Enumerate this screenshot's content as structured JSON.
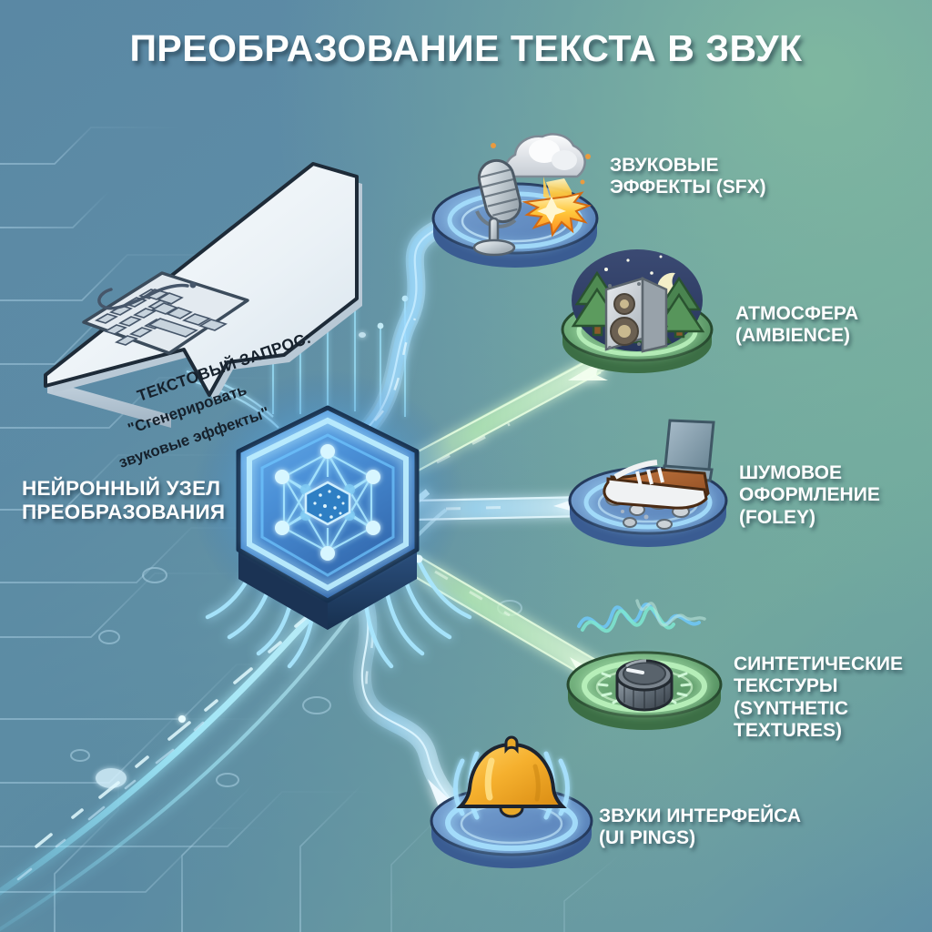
{
  "title": "ПРЕОБРАЗОВАНИЕ ТЕКСТА В ЗВУК",
  "input": {
    "icon": "keyboard-icon",
    "prompt_label": "ТЕКСТОВЫЙ ЗАПРОС:",
    "prompt_line1": "\"Сгенерировать",
    "prompt_line2": "звуковые эффекты\""
  },
  "core": {
    "label_line1": "НЕЙРОННЫЙ УЗЕЛ",
    "label_line2": "ПРЕОБРАЗОВАНИЯ",
    "icon": "neural-hexagon-chip-icon"
  },
  "outputs": [
    {
      "id": "sfx",
      "label_line1": "ЗВУКОВЫЕ",
      "label_line2": "ЭФФЕКТЫ (SFX)",
      "icon": "microphone-explosion-icon",
      "platform_color": "#5d87bd",
      "glow_color": "#9ad8ff",
      "flow_color": "#8fd4ff",
      "flow_style": "curved"
    },
    {
      "id": "ambience",
      "label_line1": "АТМОСФЕРА",
      "label_line2": "(AMBIENCE)",
      "icon": "speaker-forest-moon-icon",
      "platform_color": "#5e9c6e",
      "glow_color": "#b4f0b8",
      "flow_color": "#b7eeb2",
      "flow_style": "straight"
    },
    {
      "id": "foley",
      "label_line1": "ШУМОВОЕ",
      "label_line2": "ОФОРМЛЕНИЕ",
      "label_line3": "(FOLEY)",
      "icon": "sneaker-gravel-icon",
      "platform_color": "#5d87bd",
      "glow_color": "#9ad8ff",
      "flow_color": "#8fd4ff",
      "flow_style": "straight"
    },
    {
      "id": "synthetic",
      "label_line1": "СИНТЕТИЧЕСКИЕ",
      "label_line2": "ТЕКСТУРЫ",
      "label_line3": "(SYNTHETIC TEXTURES)",
      "icon": "synth-knob-waveform-icon",
      "platform_color": "#5e9c6e",
      "glow_color": "#b4f0b8",
      "flow_color": "#b7eeb2",
      "flow_style": "straight"
    },
    {
      "id": "ui_pings",
      "label_line1": "ЗВУКИ ИНТЕРФЕЙСА",
      "label_line2": "(UI PINGS)",
      "icon": "bell-icon",
      "platform_color": "#5d87bd",
      "glow_color": "#9ad8ff",
      "flow_color": "#8fd4ff",
      "flow_style": "curved"
    }
  ],
  "colors": {
    "bg_top_left": "#5a88a4",
    "bg_top_right": "#7cb49e",
    "bg_bottom_right": "#5b8ba5",
    "title_text": "#ffffff",
    "label_text": "#ffffff",
    "bubble_fill": "#eef3f7",
    "bubble_text": "#16212c",
    "node_glow": "#63c8ff",
    "circuit_trace": "#8fc4e0",
    "bell_gold": "#f0ab2d"
  }
}
